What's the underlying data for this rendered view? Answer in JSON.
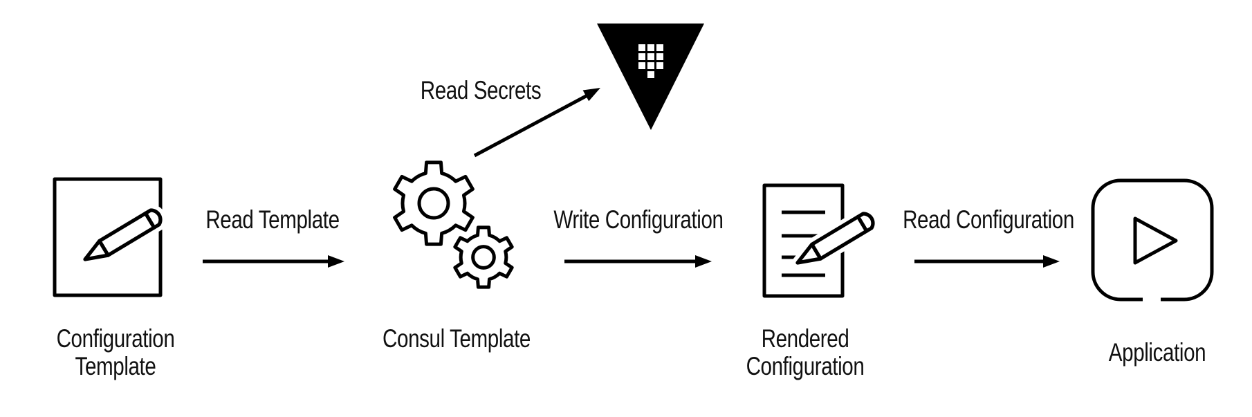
{
  "nodes": [
    {
      "id": "configuration-template",
      "icon": "document-pencil-icon",
      "label_lines": [
        "Configuration",
        "Template"
      ]
    },
    {
      "id": "consul-template",
      "icon": "gears-icon",
      "label_lines": [
        "Consul Template"
      ]
    },
    {
      "id": "vault",
      "icon": "vault-logo-icon",
      "label_lines": []
    },
    {
      "id": "rendered-configuration",
      "icon": "document-lines-pencil-icon",
      "label_lines": [
        "Rendered",
        "Configuration"
      ]
    },
    {
      "id": "application",
      "icon": "application-play-icon",
      "label_lines": [
        "Application"
      ]
    }
  ],
  "arrows": [
    {
      "id": "read-template",
      "label": "Read Template",
      "from": "configuration-template",
      "to": "consul-template",
      "direction": "right"
    },
    {
      "id": "read-secrets",
      "label": "Read Secrets",
      "from": "consul-template",
      "to": "vault",
      "direction": "up-right"
    },
    {
      "id": "write-configuration",
      "label": "Write Configuration",
      "from": "consul-template",
      "to": "rendered-configuration",
      "direction": "right"
    },
    {
      "id": "read-configuration",
      "label": "Read Configuration",
      "from": "rendered-configuration",
      "to": "application",
      "direction": "right"
    }
  ],
  "colors": {
    "background": "#ffffff",
    "ink": "#000000",
    "text": "#111111"
  }
}
